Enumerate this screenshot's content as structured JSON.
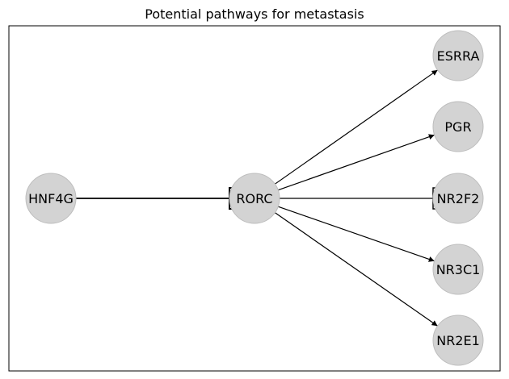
{
  "title": "Potential pathways for metastasis",
  "colors": {
    "node_fill": "#d3d3d3",
    "node_stroke": "#bdbdbd",
    "edge": "#000000",
    "frame": "#000000",
    "background": "#ffffff"
  },
  "nodes": [
    {
      "id": "HNF4G",
      "label": "HNF4G"
    },
    {
      "id": "RORC",
      "label": "RORC"
    },
    {
      "id": "ESRRA",
      "label": "ESRRA"
    },
    {
      "id": "PGR",
      "label": "PGR"
    },
    {
      "id": "NR2F2",
      "label": "NR2F2"
    },
    {
      "id": "NR3C1",
      "label": "NR3C1"
    },
    {
      "id": "NR2E1",
      "label": "NR2E1"
    }
  ],
  "edges": [
    {
      "source": "HNF4G",
      "target": "RORC",
      "type": "inhibition"
    },
    {
      "source": "RORC",
      "target": "ESRRA",
      "type": "activation"
    },
    {
      "source": "RORC",
      "target": "PGR",
      "type": "activation"
    },
    {
      "source": "RORC",
      "target": "NR2F2",
      "type": "inhibition"
    },
    {
      "source": "RORC",
      "target": "NR3C1",
      "type": "activation"
    },
    {
      "source": "RORC",
      "target": "NR2E1",
      "type": "activation"
    }
  ]
}
